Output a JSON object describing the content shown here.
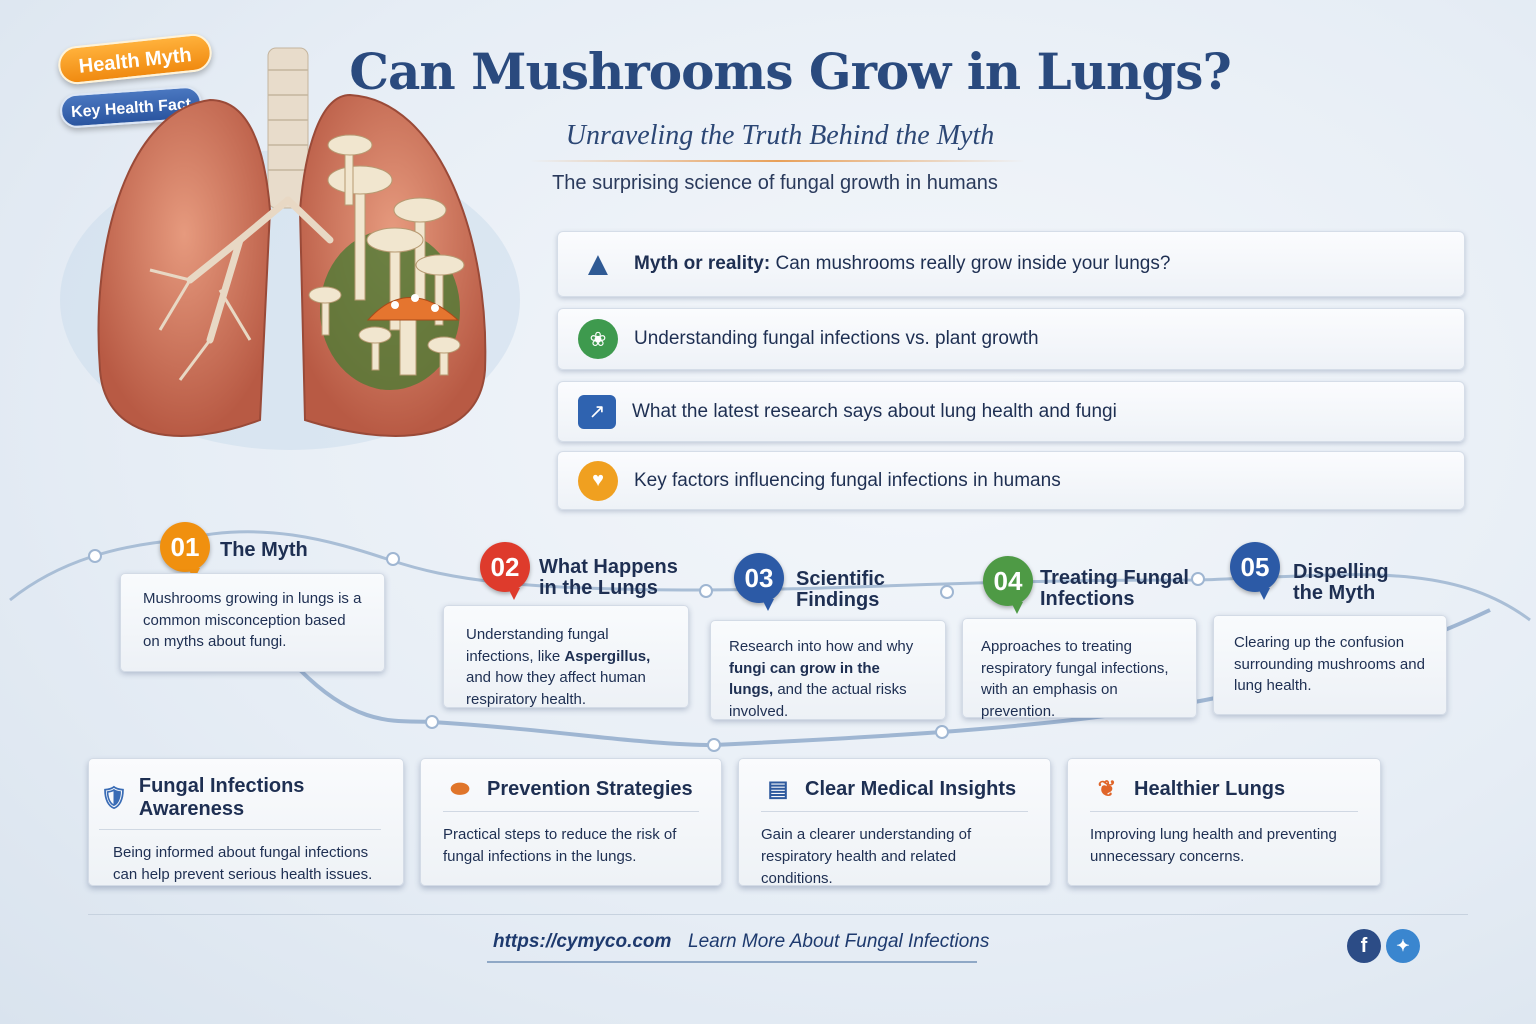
{
  "badges": {
    "health_myth": "Health Myth",
    "key_fact": "Key Health Fact"
  },
  "header": {
    "title": "Can Mushrooms Grow in Lungs?",
    "subtitle": "Unraveling the Truth Behind the Myth",
    "tagline": "The surprising science of fungal growth in humans"
  },
  "features": [
    {
      "icon": "mushroom-icon",
      "bold": "Myth or reality:",
      "text": " Can mushrooms really grow inside your lungs?",
      "color": "#2f5a94"
    },
    {
      "icon": "plant-icon",
      "bold": "",
      "text": "Understanding fungal infections vs. plant growth",
      "color": "#3e9a4e"
    },
    {
      "icon": "trend-chart-icon",
      "bold": "",
      "text": "What the latest research says about lung health and fungi",
      "color": "#2f63b0"
    },
    {
      "icon": "location-pin-icon",
      "bold": "",
      "text": "Key factors influencing fungal infections in humans",
      "color": "#f0a020"
    }
  ],
  "steps": [
    {
      "num": "01",
      "title": "The Myth",
      "color": "#f0900f",
      "text": "Mushrooms growing in lungs is a common misconception based on myths about fungi."
    },
    {
      "num": "02",
      "title": "What Happens in the Lungs",
      "color": "#de3b2c",
      "text_a": "Understanding fungal infections, like ",
      "text_bold": "Aspergillus,",
      "text_b": " and how they affect human respiratory health."
    },
    {
      "num": "03",
      "title": "Scientific Findings",
      "color": "#2c5aa6",
      "text_a": "Research into how and why ",
      "text_bold": "fungi can grow in the lungs,",
      "text_b": " and the actual risks involved."
    },
    {
      "num": "04",
      "title": "Treating Fungal Infections",
      "color": "#4e9a45",
      "text": "Approaches to treating respiratory fungal infections, with an emphasis on prevention."
    },
    {
      "num": "05",
      "title": "Dispelling the Myth",
      "color": "#2c5aa6",
      "text": "Clearing up the confusion surrounding mushrooms and lung health."
    }
  ],
  "benefits": [
    {
      "icon": "shield-heart-icon",
      "title": "Fungal Infections Awareness",
      "text": "Being informed about fungal infections can help prevent serious health issues."
    },
    {
      "icon": "pill-icon",
      "title": "Prevention Strategies",
      "text": "Practical steps to reduce the risk of fungal infections in the lungs."
    },
    {
      "icon": "document-icon",
      "title": "Clear Medical Insights",
      "text": "Gain a clearer understanding of respiratory health and related conditions."
    },
    {
      "icon": "lungs-icon",
      "title": "Healthier Lungs",
      "text": "Improving lung health and preventing unnecessary concerns."
    }
  ],
  "footer": {
    "url": "https://cymyco.com",
    "link": "Learn More About Fungal Infections",
    "social": [
      "facebook-icon",
      "twitter-icon"
    ]
  },
  "colors": {
    "title": "#2a4a7e",
    "accent": "#f0900f",
    "text": "#1e2f52"
  }
}
